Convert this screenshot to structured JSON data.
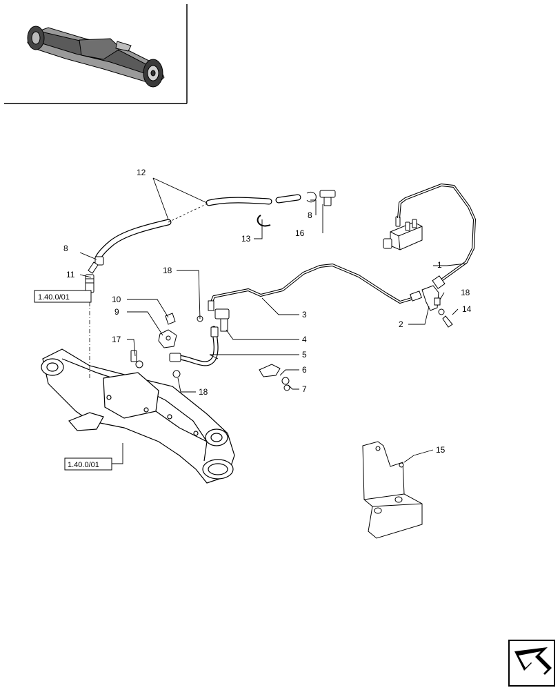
{
  "callouts": [
    "12",
    "8",
    "11",
    "13",
    "16",
    "18",
    "10",
    "9",
    "17",
    "1",
    "18",
    "14",
    "2",
    "3",
    "4",
    "5",
    "6",
    "7",
    "18",
    "15"
  ],
  "ref_boxes": [
    "1.40.0/01",
    "1.40.0/01"
  ],
  "nav_icon": "next-page-arrow-icon"
}
